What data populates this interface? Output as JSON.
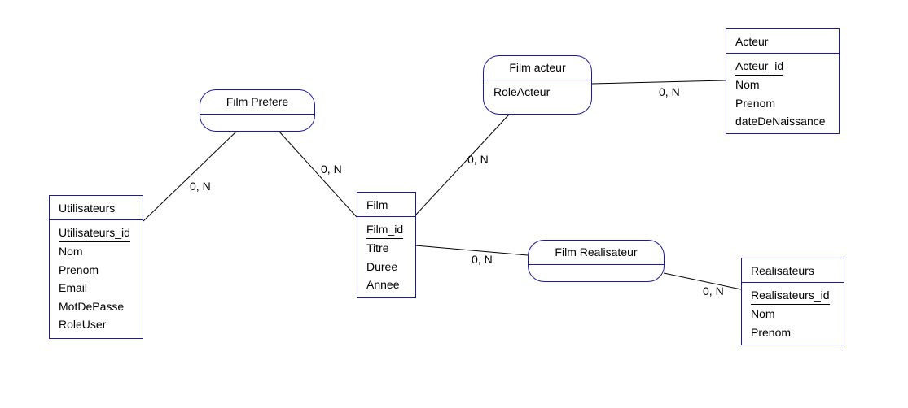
{
  "entities": {
    "utilisateurs": {
      "name": "Utilisateurs",
      "key": "Utilisateurs_id",
      "attributes": [
        "Nom",
        "Prenom",
        "Email",
        "MotDePasse",
        "RoleUser"
      ]
    },
    "film": {
      "name": "Film",
      "key": "Film_id",
      "attributes": [
        "Titre",
        "Duree",
        "Annee"
      ]
    },
    "acteur": {
      "name": "Acteur",
      "key": "Acteur_id",
      "attributes": [
        "Nom",
        "Prenom",
        "dateDeNaissance"
      ]
    },
    "realisateurs": {
      "name": "Realisateurs",
      "key": "Realisateurs_id",
      "attributes": [
        "Nom",
        "Prenom"
      ]
    }
  },
  "associations": {
    "film_prefere": {
      "name": "Film Prefere",
      "attributes": []
    },
    "film_acteur": {
      "name": "Film acteur",
      "attributes": [
        "RoleActeur"
      ]
    },
    "film_realisateur": {
      "name": "Film Realisateur",
      "attributes": []
    }
  },
  "cardinalities": {
    "utilisateurs_film_prefere": "0, N",
    "film_film_prefere": "0, N",
    "film_film_acteur": "0, N",
    "acteur_film_acteur": "0, N",
    "film_film_realisateur": "0, N",
    "realisateurs_film_realisateur": "0, N"
  },
  "colors": {
    "box_border": "#1a1aa6",
    "link_line": "#000000",
    "background": "#ffffff"
  }
}
